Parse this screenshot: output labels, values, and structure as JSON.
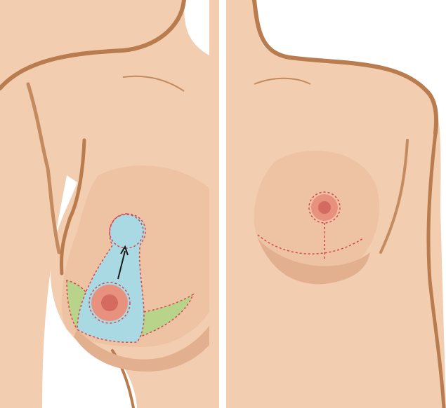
{
  "illustration": {
    "panels": [
      {
        "id": "before",
        "marks": [
          "incision-outline",
          "nipple-areola-complex",
          "new-nipple-position",
          "upward-arrow",
          "skin-excision-zones"
        ]
      },
      {
        "id": "after",
        "marks": [
          "nipple-areola-complex",
          "vertical-scar",
          "inframammary-scar"
        ]
      }
    ]
  },
  "colors": {
    "skin": "#f2cdb0",
    "skin_shadow": "#e2b08f",
    "outline": "#b97c4f",
    "blue_zone": "#a9d9e3",
    "green_zone": "#b8d48a",
    "areola": "#e8917f",
    "nipple": "#d36b60",
    "dotted_line": "#d9454b",
    "divider": "#ffffff"
  }
}
